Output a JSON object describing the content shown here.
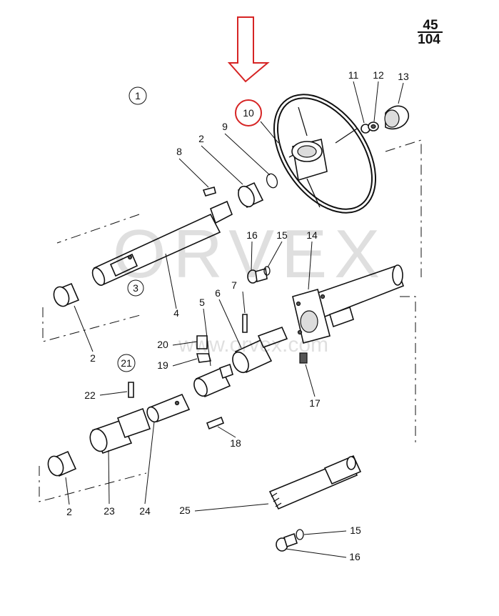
{
  "page": {
    "number_top": "45",
    "number_bottom": "104"
  },
  "arrow": {
    "color": "#d62424"
  },
  "highlight": {
    "label": "10",
    "color": "#d62424"
  },
  "groups": [
    "1",
    "3",
    "21"
  ],
  "watermark": {
    "logo": "ORVEX",
    "url": "www.orvex.com"
  },
  "callouts": [
    "2",
    "8",
    "9",
    "11",
    "12",
    "13",
    "16",
    "15",
    "14",
    "4",
    "2",
    "7",
    "6",
    "5",
    "20",
    "19",
    "22",
    "17",
    "18",
    "23",
    "24",
    "2",
    "25",
    "15",
    "16"
  ]
}
